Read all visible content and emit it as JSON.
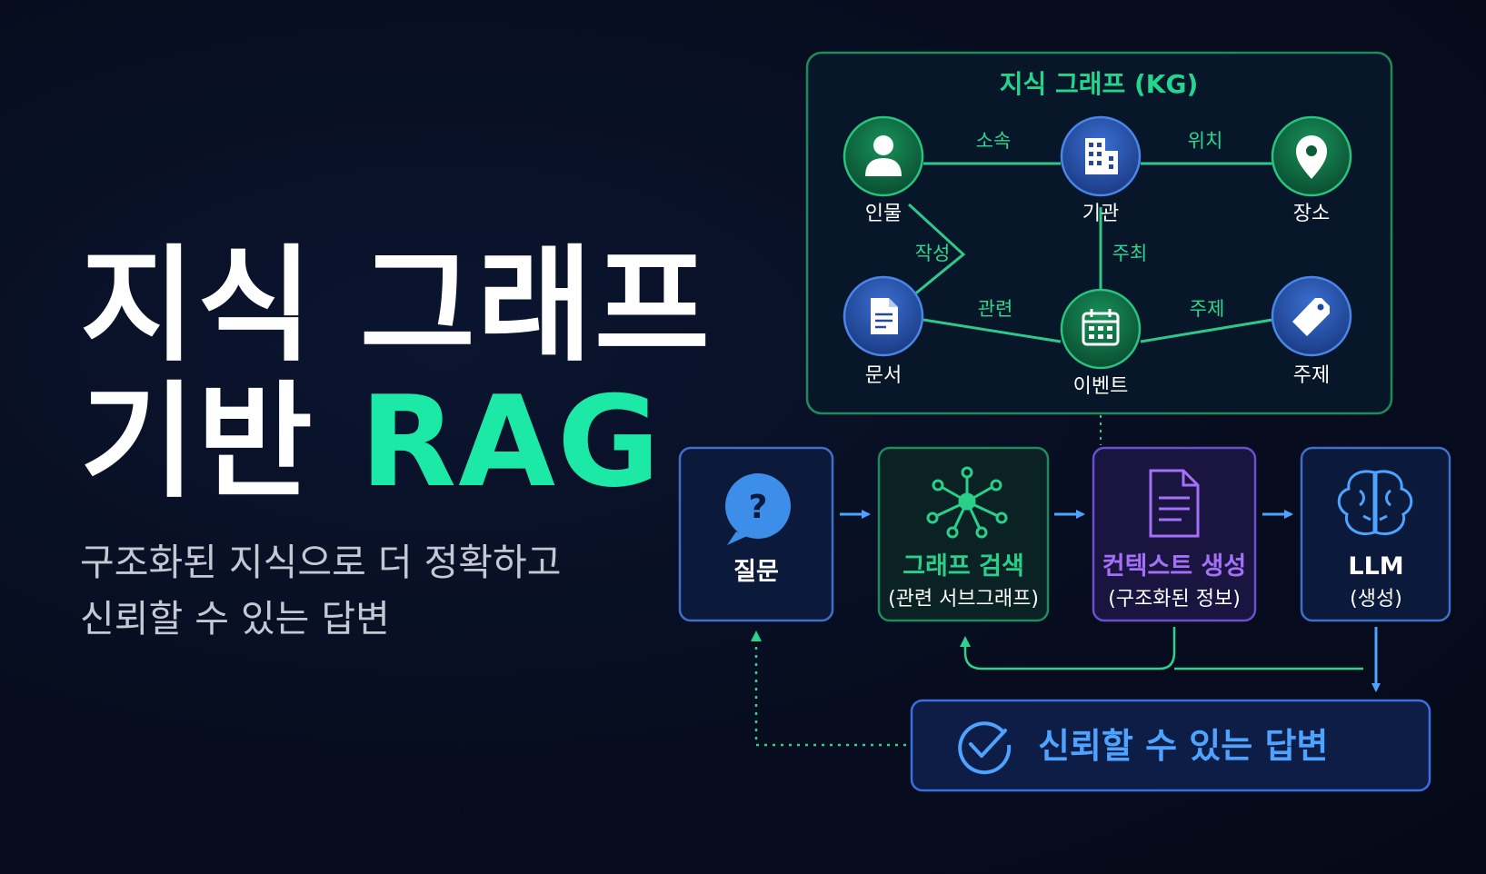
{
  "hero": {
    "title_line1": "지식 그래프",
    "title_line2_prefix": "기반 ",
    "title_line2_accent": "RAG",
    "subtitle_line1": "구조화된 지식으로 더 정확하고",
    "subtitle_line2": "신뢰할 수 있는 답변"
  },
  "kg": {
    "title": "지식 그래프 (KG)",
    "nodes": {
      "person": {
        "label": "인물",
        "icon": "person-icon"
      },
      "organization": {
        "label": "기관",
        "icon": "building-icon"
      },
      "place": {
        "label": "장소",
        "icon": "location-pin-icon"
      },
      "document": {
        "label": "문서",
        "icon": "document-icon"
      },
      "event": {
        "label": "이벤트",
        "icon": "calendar-icon"
      },
      "topic": {
        "label": "주제",
        "icon": "tag-icon"
      }
    },
    "edges": {
      "belongs": "소속",
      "location": "위치",
      "authored": "작성",
      "hosted": "주최",
      "related": "관련",
      "topic": "주제"
    }
  },
  "pipeline": {
    "question": {
      "title": "질문",
      "icon": "question-bubble-icon"
    },
    "graph_search": {
      "title": "그래프 검색",
      "subtitle": "(관련 서브그래프)",
      "icon": "graph-network-icon"
    },
    "context": {
      "title": "컨텍스트 생성",
      "subtitle": "(구조화된 정보)",
      "icon": "document-icon"
    },
    "llm": {
      "title": "LLM",
      "subtitle": "(생성)",
      "icon": "brain-icon"
    }
  },
  "answer": {
    "text": "신뢰할 수 있는 답변",
    "icon": "check-circle-icon"
  },
  "colors": {
    "background": "#070d1f",
    "green_accent": "#1de9a6",
    "kg_green": "#22d68e",
    "blue": "#4da3ff",
    "purple": "#a370f7",
    "node_green": "#0e6b43",
    "node_blue": "#2450a8"
  }
}
